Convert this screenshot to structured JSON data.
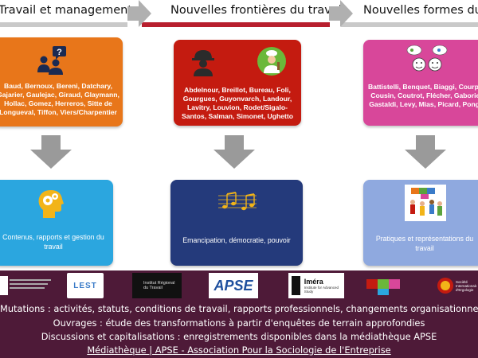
{
  "columns": [
    {
      "title": "Travail et management",
      "bar_color": "#c9c9c9",
      "card_color": "#e8761a",
      "card_icon": "people-question-icon",
      "names": "Baud, Bernoux, Bereni, Datchary, Gajarier, Gaulejac, Giraud, Glaymann, Hollac, Gomez, Herreros, Sitte de Longueval, Tiffon, Viers/Charpentier",
      "bottom_color": "#2ba6df",
      "bottom_icon": "head-gears-icon",
      "bottom_label": "Contenus, rapports et gestion du travail"
    },
    {
      "title": "Nouvelles frontières du travail",
      "bar_color": "#b81f2e",
      "card_color": "#c41b10",
      "card_icon": "worker-chef-icon",
      "names": "Abdelnour, Breillot, Bureau, Foli, Gourgues, Guyonvarch, Landour, Lavitry, Louvion, Rodet/Sigalo-Santos, Salman, Simonet, Ughetto",
      "bottom_color": "#243a7b",
      "bottom_icon": "music-notes-icon",
      "bottom_label": "Emancipation, démocratie, pouvoir"
    },
    {
      "title": "Nouvelles formes du tra",
      "bar_color": "#c9c9c9",
      "card_color": "#d8479a",
      "card_icon": "faces-bubbles-icon",
      "names": "Battistelli, Benquet, Biaggi, Courpa, Cousin, Coutrot, Flécher, Gaborie, Gastaldi, Levy, Mias, Picard, Ponge",
      "bottom_color": "#8fa9df",
      "bottom_icon": "puzzle-people-icon",
      "bottom_label": "Pratiques et représentations du travail"
    }
  ],
  "logos": {
    "lest": "LEST",
    "irt": "Institut Régional du Travail",
    "apse": "APSE",
    "imera": "Iméra",
    "imera_sub": "Institute for Advanced Study",
    "societe": "Société Internationale d'Ergologie"
  },
  "footer": {
    "line1": "Mutations : activités, statuts, conditions de travail, rapports professionnels, changements organisationnels",
    "line2": "Ouvrages : étude des transformations à partir d'enquêtes de terrain approfondies",
    "line3": "Discussions et capitalisations : enregistrements disponibles dans la médiathèque APSE",
    "line4": "Médiathèque | APSE - Association Pour la Sociologie de l'Entreprise"
  }
}
